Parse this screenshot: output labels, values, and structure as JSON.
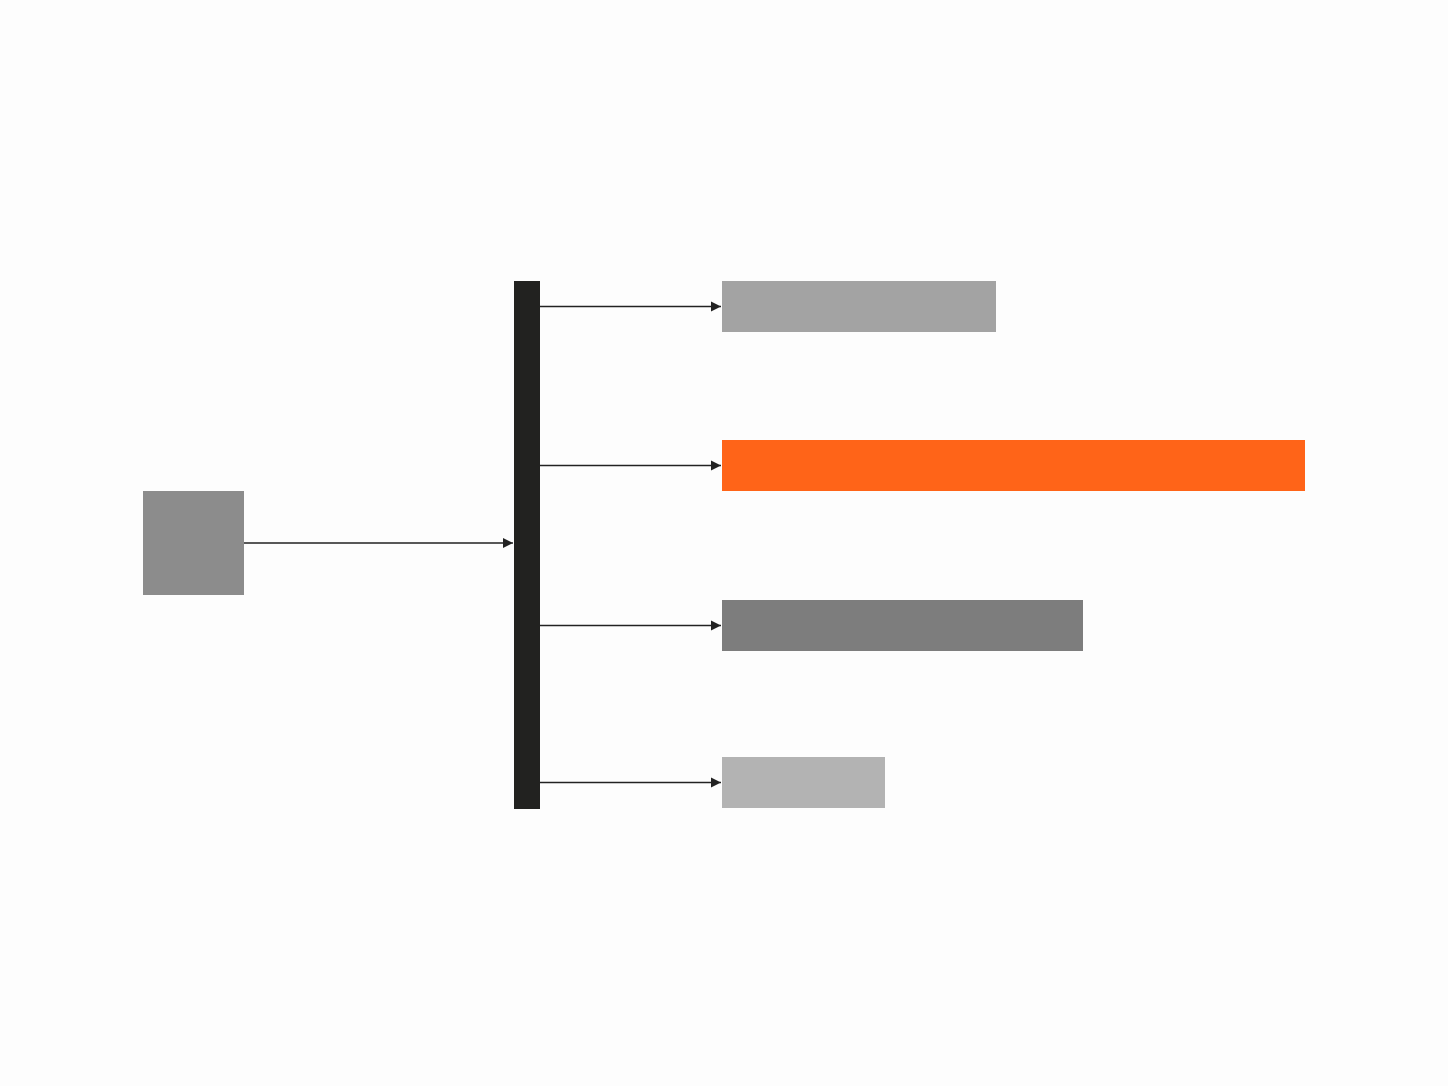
{
  "colors": {
    "background": "#fdfdfd",
    "connector": "#222222",
    "bus": "#222220",
    "source": "#8c8c8c"
  },
  "diagram": {
    "kind": "one-to-many fan-out",
    "source_node": {
      "color": "#8c8c8c"
    },
    "branches": [
      {
        "color": "#a3a3a3",
        "relative_length": 0.47
      },
      {
        "color": "#ff6418",
        "relative_length": 1.0,
        "highlighted": true
      },
      {
        "color": "#7d7d7d",
        "relative_length": 0.62
      },
      {
        "color": "#b3b3b3",
        "relative_length": 0.28
      }
    ]
  }
}
